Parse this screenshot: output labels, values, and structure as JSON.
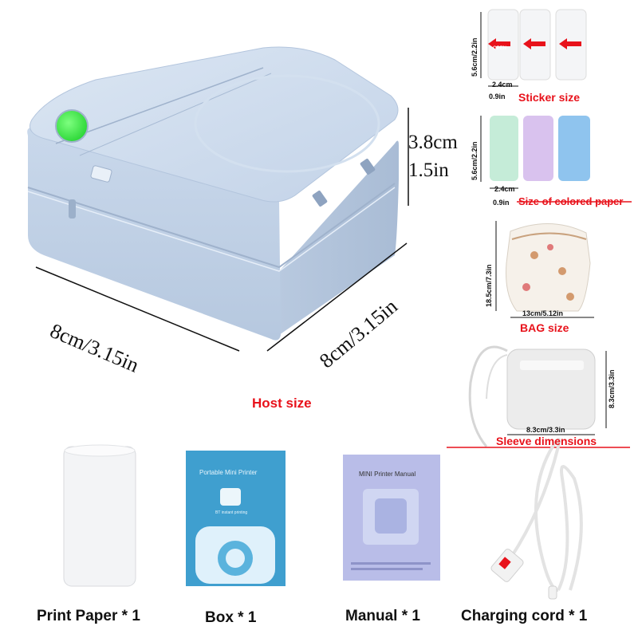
{
  "host": {
    "height_cm": "3.8cm",
    "height_in": "1.5in",
    "width_left": "8cm/3.15in",
    "width_right": "8cm/3.15in",
    "label": "Host size"
  },
  "sticker": {
    "open_text": "OPEN",
    "height_dim": "5.6cm/2.2in",
    "width_cm": "2.4cm",
    "width_in": "0.9in",
    "label": "Sticker size"
  },
  "colored": {
    "height_dim": "5.6cm/2.2in",
    "width_cm": "2.4cm",
    "width_in": "0.9in",
    "label": "Size of colored paper"
  },
  "bag": {
    "height_dim": "18.5cm/7.3in",
    "width_dim": "13cm/5.12in",
    "label": "BAG size"
  },
  "sleeve": {
    "height_dim": "8.3cm/3.3in",
    "width_dim": "8.3cm/3.3in",
    "label": "Sleeve dimensions"
  },
  "items": {
    "paper": "Print Paper * 1",
    "box": "Box * 1",
    "manual": "Manual * 1",
    "cord": "Charging cord * 1"
  },
  "box_cover": {
    "title": "Portable Mini Printer",
    "subtitle": "BT instant printing"
  },
  "manual_cover": {
    "title": "MINI Printer Manual"
  },
  "colors": {
    "printer_body": "#c9d9ec",
    "power_button": "#3ef04a",
    "label_red": "#e8121b",
    "box_teal": "#3f9fcf",
    "manual_lavender": "#b9bde8"
  }
}
